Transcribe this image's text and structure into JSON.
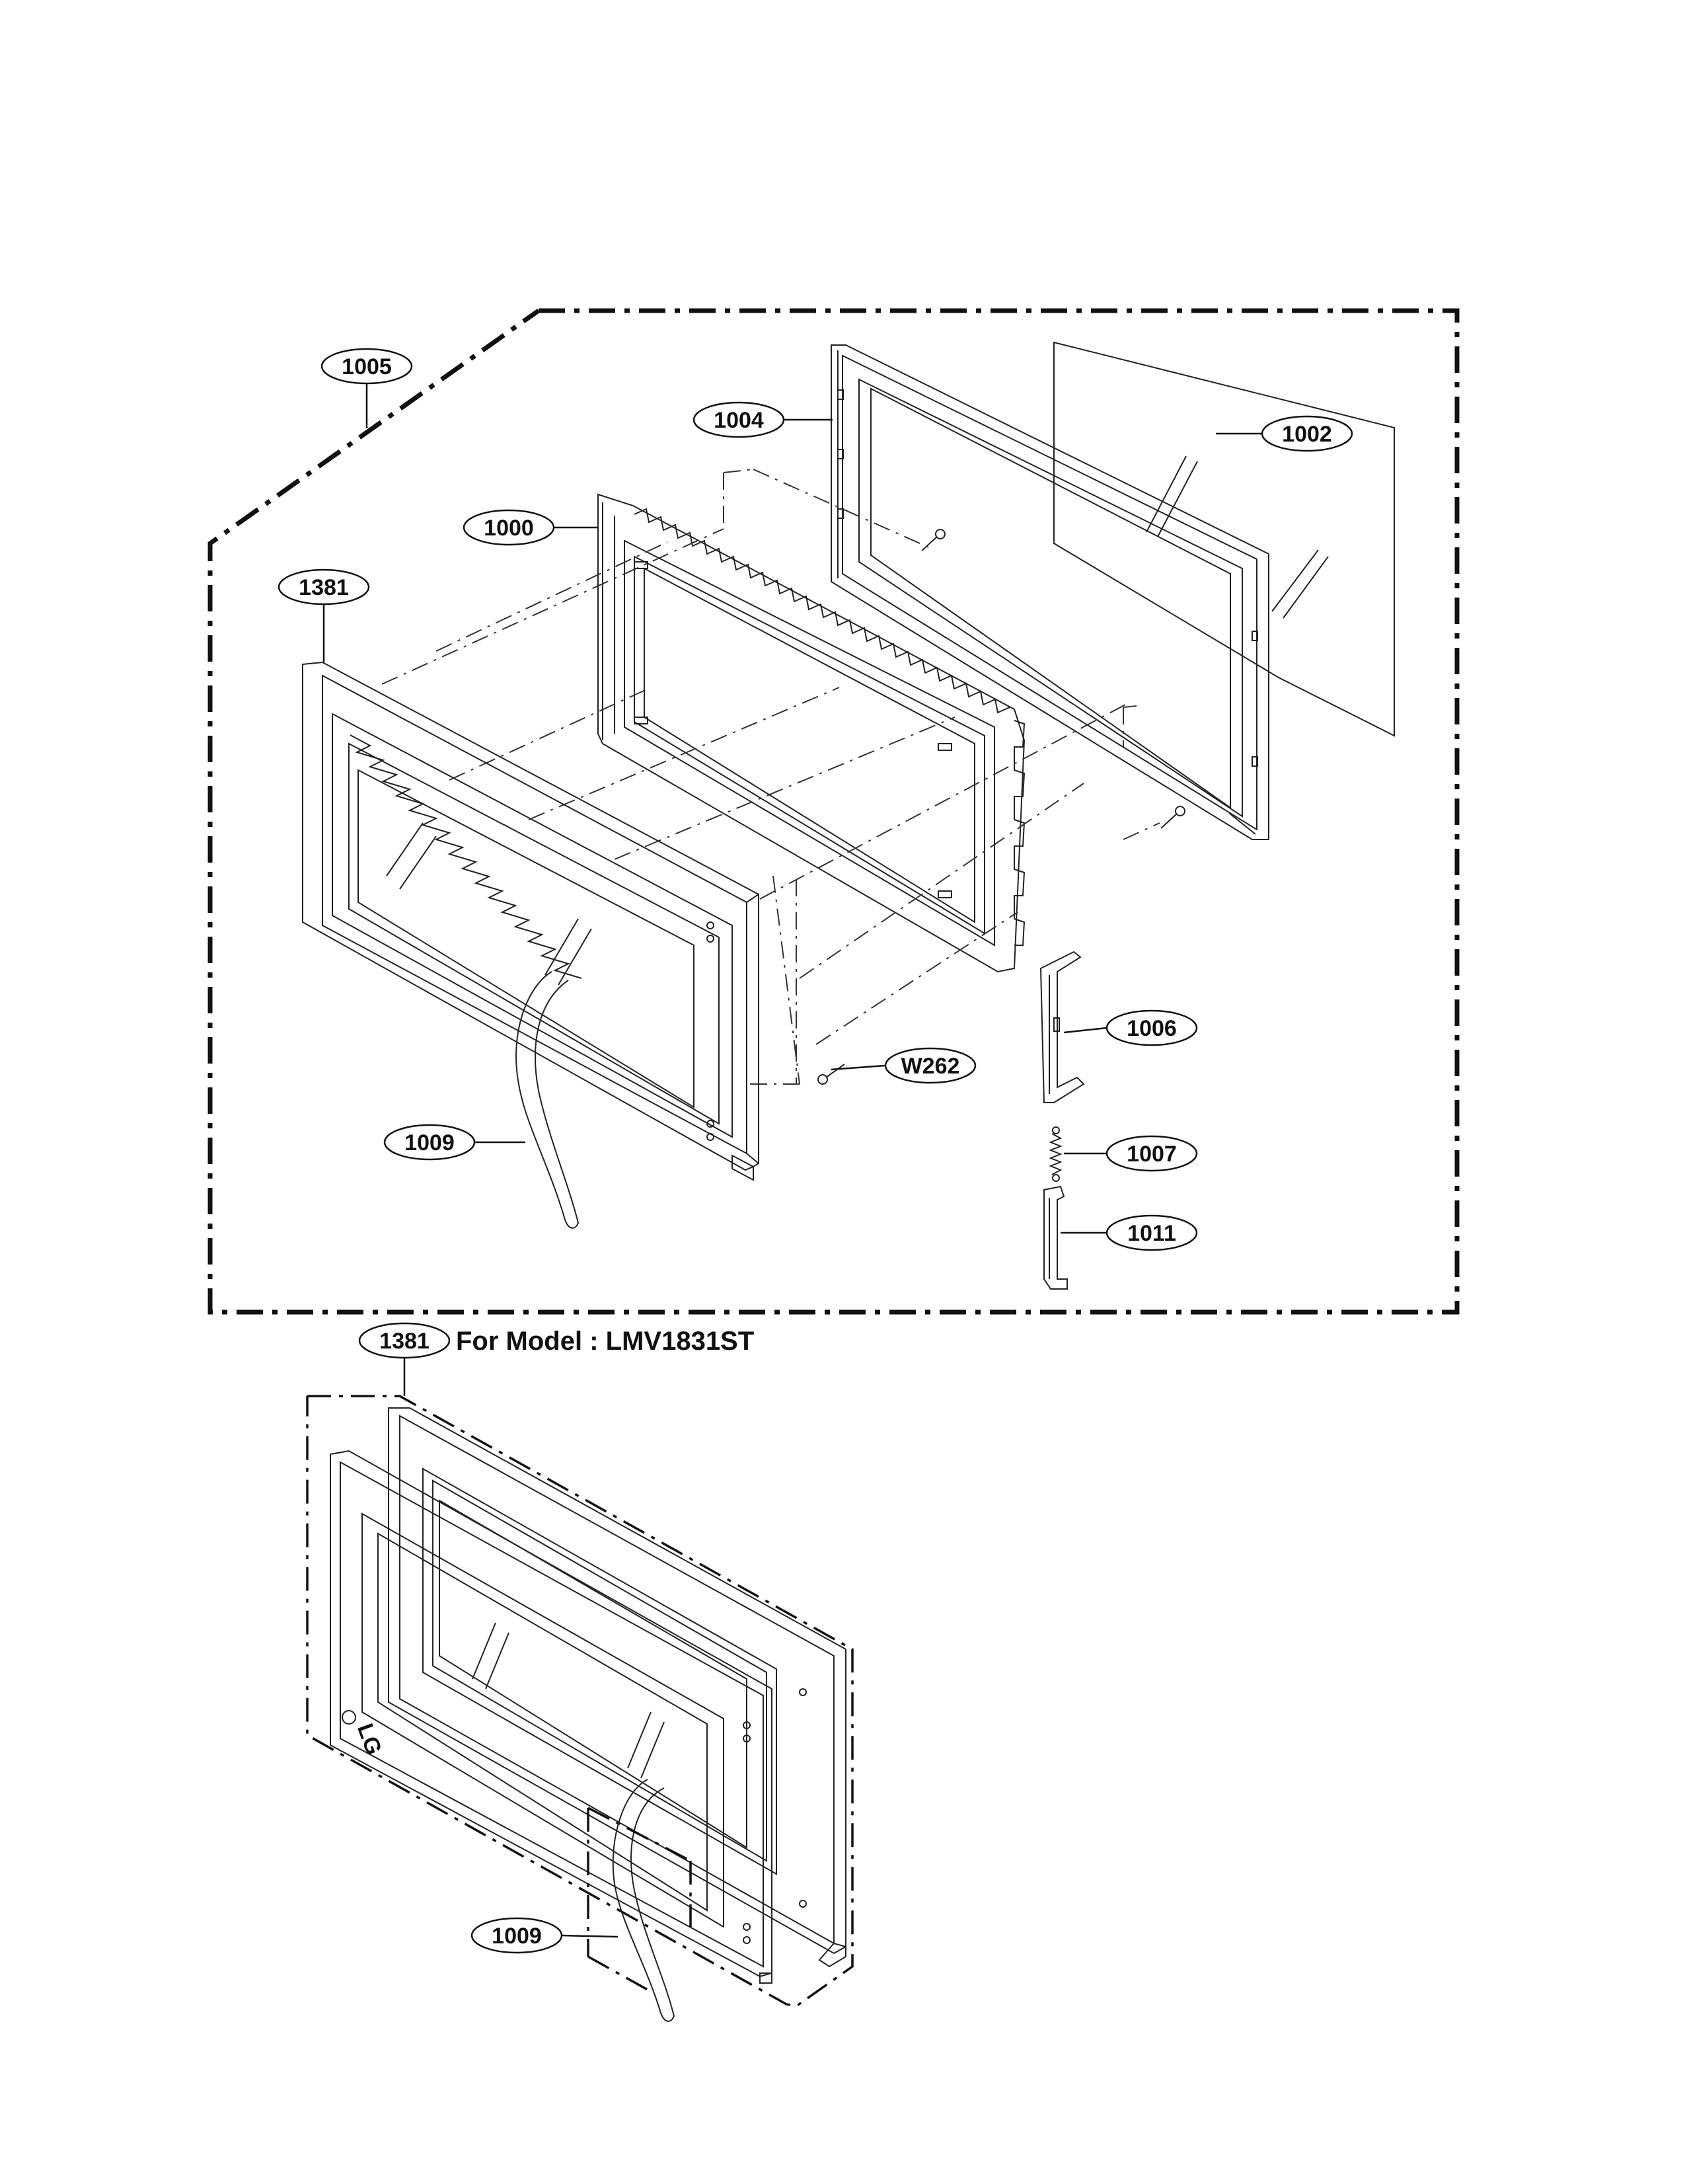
{
  "callouts": {
    "c1005": "1005",
    "c1004": "1004",
    "c1002": "1002",
    "c1000": "1000",
    "c1381": "1381",
    "c1006": "1006",
    "cW262": "W262",
    "c1007": "1007",
    "c1009": "1009",
    "c1011": "1011",
    "c1381b": "1381",
    "c1009b": "1009"
  },
  "caption": "For Model : LMV1831ST",
  "logo_text": "LG"
}
